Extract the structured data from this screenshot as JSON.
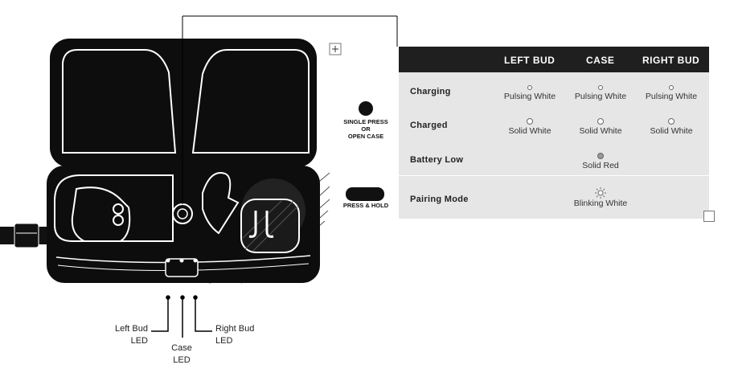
{
  "buttons": {
    "single_press": [
      "SINGLE PRESS",
      "OR",
      "OPEN CASE"
    ],
    "press_hold": "PRESS & HOLD"
  },
  "led_labels": {
    "left_bud": [
      "Left Bud",
      "LED"
    ],
    "case": [
      "Case",
      "LED"
    ],
    "right_bud": [
      "Right Bud",
      "LED"
    ]
  },
  "table": {
    "headers": [
      "LEFT BUD",
      "CASE",
      "RIGHT BUD"
    ],
    "rows": [
      {
        "label": "Charging",
        "cells": [
          "Pulsing White",
          "Pulsing White",
          "Pulsing White"
        ]
      },
      {
        "label": "Charged",
        "cells": [
          "Solid White",
          "Solid White",
          "Solid White"
        ]
      },
      {
        "label": "Battery Low",
        "cells": [
          "",
          "Solid Red",
          ""
        ]
      },
      {
        "label": "Pairing Mode",
        "cells": [
          "",
          "Blinking White",
          ""
        ]
      }
    ]
  },
  "icons": [
    "move-handle-icon",
    "resize-handle-icon",
    "case-button-icon",
    "earbud-logo-icon"
  ]
}
